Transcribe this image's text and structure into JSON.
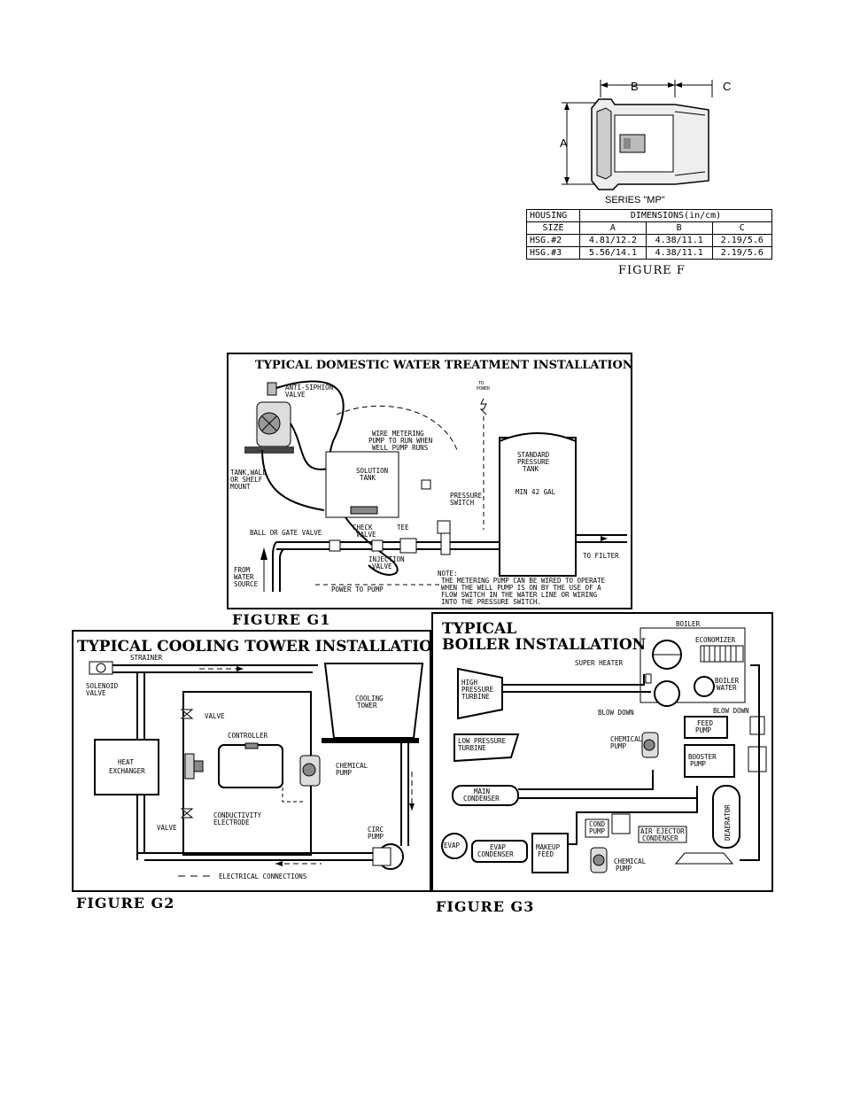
{
  "figure_f": {
    "dim_b": "B",
    "dim_c": "C",
    "dim_a": "A",
    "series": "SERIES \"MP\"",
    "table": {
      "head1": [
        "HOUSING",
        "DIMENSIONS(in/cm)"
      ],
      "head2": [
        "SIZE",
        "A",
        "B",
        "C"
      ],
      "rows": [
        [
          "HSG.#2",
          "4.81/12.2",
          "4.38/11.1",
          "2.19/5.6"
        ],
        [
          "HSG.#3",
          "5.56/14.1",
          "4.38/11.1",
          "2.19/5.6"
        ]
      ]
    },
    "caption": "FIGURE F"
  },
  "g1": {
    "title": "TYPICAL DOMESTIC WATER TREATMENT INSTALLATION",
    "anti_siphon": [
      "ANTI-SIPHION",
      "VALVE"
    ],
    "to_power": [
      "TO",
      "POWER"
    ],
    "wire_note": [
      "WIRE METERING",
      "PUMP TO RUN WHEN",
      "WELL PUMP RUNS"
    ],
    "tank_mount": [
      "TANK,WALL",
      "OR SHELF",
      "MOUNT"
    ],
    "solution_tank": [
      "SOLUTION",
      "TANK"
    ],
    "standard_tank": [
      "STANDARD",
      "PRESSURE",
      "TANK"
    ],
    "min_gal": "MIN 42 GAL",
    "pressure_switch": [
      "PRESSURE",
      "SWITCH"
    ],
    "ball_valve": "BALL OR GATE VALVE",
    "check_valve": [
      "CHECK",
      "VALVE"
    ],
    "tee": "TEE",
    "to_filter": "TO FILTER",
    "from_source": [
      "FROM",
      "WATER",
      "SOURCE"
    ],
    "injection_valve": [
      "INJECTION",
      "VALVE"
    ],
    "power_to_pump": "POWER TO PUMP",
    "note": [
      "NOTE:",
      "THE METERING PUMP CAN BE WIRED TO OPERATE",
      "WHEN THE WELL PUMP IS ON BY THE USE OF A",
      "FLOW SWITCH IN THE WATER LINE OR WIRING",
      "INTO THE PRESSURE SWITCH."
    ],
    "caption": "FIGURE G1"
  },
  "g2": {
    "title": "TYPICAL COOLING TOWER INSTALLATION",
    "strainer": "STRAINER",
    "solenoid": [
      "SOLENOID",
      "VALVE"
    ],
    "valve_top": "VALVE",
    "cooling_tower": [
      "COOLING",
      "TOWER"
    ],
    "controller": "CONTROLLER",
    "heat_exchanger": [
      "HEAT",
      "EXCHANGER"
    ],
    "chemical_pump": [
      "CHEMICAL",
      "PUMP"
    ],
    "conductivity": [
      "CONDUCTIVITY",
      "ELECTRODE"
    ],
    "valve_bottom": "VALVE",
    "circ_pump": [
      "CIRC",
      "PUMP"
    ],
    "electrical": "ELECTRICAL CONNECTIONS",
    "caption": "FIGURE G2"
  },
  "g3": {
    "title": [
      "TYPICAL",
      "BOILER INSTALLATION"
    ],
    "boiler": "BOILER",
    "economizer": "ECONOMIZER",
    "super_heater": "SUPER HEATER",
    "hp_turbine": [
      "HIGH",
      "PRESSURE",
      "TURBINE"
    ],
    "boiler_water": [
      "BOILER",
      "WATER"
    ],
    "blow_down_1": "BLOW DOWN",
    "blow_down_2": "BLOW DOWN",
    "lp_turbine": [
      "LOW PRESSURE",
      "TURBINE"
    ],
    "chemical_pump_1": [
      "CHEMICAL",
      "PUMP"
    ],
    "feed_pump": [
      "FEED",
      "PUMP"
    ],
    "booster_pump": [
      "BOOSTER",
      "PUMP"
    ],
    "main_condenser": [
      "MAIN",
      "CONDENSER"
    ],
    "deaerator": "DEAERATOR",
    "cond_pump": [
      "COND",
      "PUMP"
    ],
    "air_ejector": [
      "AIR EJECTOR",
      "CONDENSER"
    ],
    "evap": "EVAP",
    "evap_condenser": [
      "EVAP",
      "CONDENSER"
    ],
    "makeup_feed": [
      "MAKEUP",
      "FEED"
    ],
    "chemical_pump_2": [
      "CHEMICAL",
      "PUMP"
    ],
    "caption": "FIGURE G3"
  }
}
